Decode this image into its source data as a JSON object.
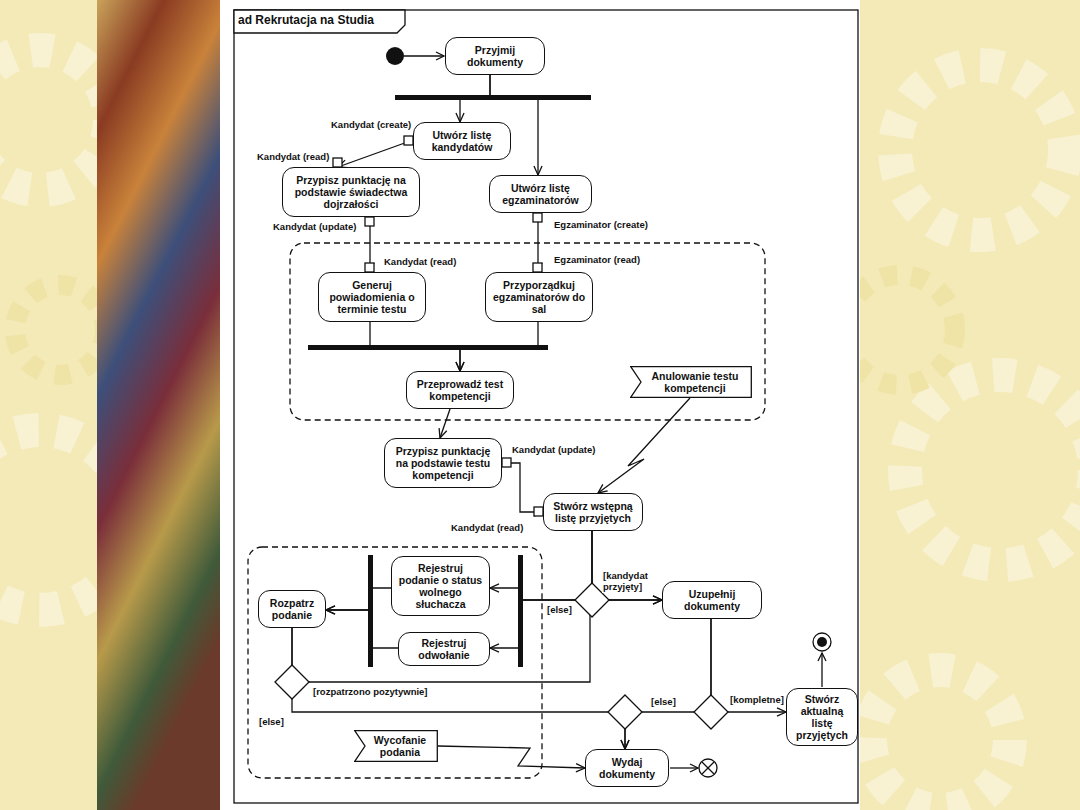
{
  "diagram": {
    "title": "ad Rekrutacja na Studia",
    "nodes": [
      {
        "text": [
          "Przyjmij dokumenty"
        ]
      },
      {
        "text": [
          "Utwórz listę kandydatów"
        ]
      },
      {
        "text": [
          "Przypisz punktację na podstawie świadectwa dojrzałości"
        ]
      },
      {
        "text": [
          "Utwórz listę egzaminatorów"
        ]
      },
      {
        "text": [
          "Generuj powiadomienia o terminie testu"
        ]
      },
      {
        "text": [
          "Przyporządkuj egzaminatorów do sal"
        ]
      },
      {
        "text": [
          "Przeprowadź test kompetencji"
        ]
      },
      {
        "text": [
          "Anulowanie testu kompetencji"
        ]
      },
      {
        "text": [
          "Przypisz punktację na podstawie testu kompetencji"
        ]
      },
      {
        "text": [
          "Stwórz wstępną listę przyjętych"
        ]
      },
      {
        "text": [
          "Rejestruj podanie o status wolnego słuchacza"
        ]
      },
      {
        "text": [
          "Rejestruj odwołanie"
        ]
      },
      {
        "text": [
          "Rozpatrz podanie"
        ]
      },
      {
        "text": [
          "Uzupełnij dokumenty"
        ]
      },
      {
        "text": [
          "Stwórz aktualną listę przyjętych"
        ]
      },
      {
        "text": [
          "Wycofanie podania"
        ]
      },
      {
        "text": [
          "Wydaj dokumenty"
        ]
      }
    ],
    "edges": [
      {
        "from": 0,
        "to": 1,
        "arrow": "to"
      },
      {
        "from": 0,
        "to": 3,
        "arrow": "to"
      },
      {
        "from": 1,
        "to": 2,
        "arrow": "to"
      },
      {
        "from": 2,
        "to": 4,
        "arrow": "to"
      },
      {
        "from": 3,
        "to": 5,
        "arrow": "to"
      },
      {
        "from": 4,
        "to": 6,
        "arrow": "to"
      },
      {
        "from": 5,
        "to": 6,
        "arrow": "to"
      },
      {
        "from": 6,
        "to": 8,
        "arrow": "to"
      },
      {
        "from": 7,
        "to": 9,
        "arrow": "to"
      },
      {
        "from": 8,
        "to": 9,
        "arrow": "to"
      },
      {
        "from": 9,
        "to": 13,
        "label": "[kandydat przyjęty]",
        "arrow": "to"
      },
      {
        "from": 9,
        "to": 10,
        "label": "[else]",
        "arrow": "to"
      },
      {
        "from": 9,
        "to": 11,
        "arrow": "to"
      },
      {
        "from": 10,
        "to": 12,
        "arrow": "to"
      },
      {
        "from": 11,
        "to": 12,
        "arrow": "to"
      },
      {
        "from": 12,
        "to": 13,
        "label": "[rozpatrzono pozytywnie]",
        "arrow": "to"
      },
      {
        "from": 12,
        "to": 16,
        "label": "[else]",
        "arrow": "to"
      },
      {
        "from": 13,
        "to": 14,
        "label": "[kompletne]",
        "arrow": "to"
      },
      {
        "from": 13,
        "to": 16,
        "label": "[else]",
        "arrow": "to"
      },
      {
        "from": 15,
        "to": 16,
        "arrow": "to"
      }
    ],
    "labels": [
      "Kandydat (create)",
      "Kandydat (read)",
      "Kandydat (update)",
      "Egzaminator (create)",
      "Kandydat (read)",
      "Egzaminator (read)",
      "Kandydat (update)",
      "Kandydat (read)"
    ]
  }
}
